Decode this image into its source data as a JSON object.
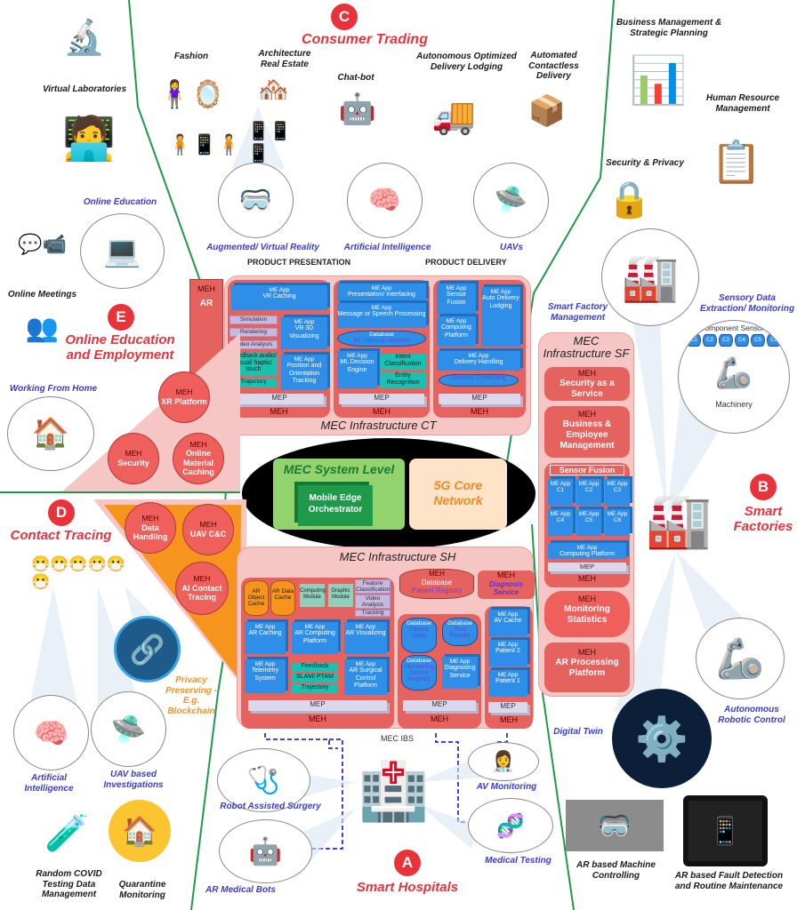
{
  "sections": {
    "A": {
      "badge": "A",
      "title": "Smart Hospitals"
    },
    "B": {
      "badge": "B",
      "title": "Smart Factories"
    },
    "C": {
      "badge": "C",
      "title": "Consumer Trading"
    },
    "D": {
      "badge": "D",
      "title": "Contact Tracing"
    },
    "E": {
      "badge": "E",
      "title": "Online Education and Employment"
    }
  },
  "consumer": {
    "labels": [
      "Fashion",
      "Architecture Real Estate",
      "Chat-bot",
      "Autonomous Optimized Delivery Lodging",
      "Automated Contactless Delivery"
    ],
    "tech": [
      "Augmented/ Virtual Reality",
      "Artificial Intelligence",
      "UAVs"
    ],
    "product_presentation": "PRODUCT PRESENTATION",
    "product_delivery": "PRODUCT DELIVERY"
  },
  "education": {
    "labels": {
      "virtual_labs": "Virtual Laboratories",
      "online_education": "Online Education",
      "online_meetings": "Online Meetings",
      "working_from_home": "Working From Home"
    },
    "meh_nodes": [
      {
        "meh": "MEH",
        "name": "XR Platform"
      },
      {
        "meh": "MEH",
        "name": "Security"
      },
      {
        "meh": "MEH",
        "name": "Online Material Caching"
      }
    ]
  },
  "contact": {
    "meh_nodes": [
      {
        "meh": "MEH",
        "name": "Data Handling"
      },
      {
        "meh": "MEH",
        "name": "UAV C&C"
      },
      {
        "meh": "MEH",
        "name": "AI Contact Tracing"
      }
    ],
    "privacy": "Privacy Preserving - E.g. Blockchain",
    "labels": {
      "ai": "Artificial Intelligence",
      "uav": "UAV based Investigations",
      "covid": "Random COVID Testing Data Management",
      "quarantine": "Quarantine Monitoring"
    }
  },
  "factories": {
    "labels": {
      "business": "Business Management & Strategic Planning",
      "hr": "Human Resource Management",
      "security": "Security & Privacy",
      "sfm": "Smart Factory Management",
      "sensory": "Sensory Data Extraction/ Monitoring",
      "component_sensors": "Component Sensors",
      "machinery": "Machinery",
      "robotic": "Autonomous Robotic Control",
      "digital_twin": "Digital Twin",
      "ar_machine": "AR based Machine Controlling",
      "ar_fault": "AR based Fault Detection and Routine Maintenance"
    },
    "sensor_ids": [
      "C1",
      "C2",
      "C3",
      "C4",
      "C5",
      "C6"
    ]
  },
  "hospitals": {
    "labels": {
      "mec_ibs": "MEC IBS",
      "robot_surgery": "Robot Assisted Surgery",
      "ar_bots": "AR Medical Bots",
      "av_monitoring": "AV Monitoring",
      "medical_testing": "Medical Testing"
    }
  },
  "mec_ct": {
    "title": "MEC Infrastructure CT",
    "ar_meh": {
      "meh": "MEH",
      "name": "AR"
    },
    "col1": {
      "vr_caching": {
        "tag": "ME App",
        "name": "VR Caching"
      },
      "tasks": [
        "Simulation",
        "Rendering",
        "Video Analysis"
      ],
      "feedback": "Feedback audio/ visual/ haptic/ touch",
      "trajectory": "Trajectory",
      "vr3d": {
        "tag": "ME App",
        "name": "VR 3D Visualizing"
      },
      "position": {
        "tag": "ME App",
        "name": "Position and Orientation Tracking"
      }
    },
    "col2": {
      "presentation": {
        "tag": "ME App",
        "name": "Presentation/ Interfacing"
      },
      "message": {
        "tag": "ME App",
        "name": "Message or Speech Processing"
      },
      "db": {
        "tag": "Database",
        "name": "ML Internal Libraries"
      },
      "ml": {
        "tag": "ME App",
        "name": "ML Decision Engine"
      },
      "intent": "Intent Classification",
      "entity": "Entity Recognition"
    },
    "col3": {
      "sensor": {
        "tag": "ME App",
        "name": "Sensor Fusion"
      },
      "computing": {
        "tag": "ME App",
        "name": "Computing Platform"
      },
      "auto": {
        "tag": "ME App",
        "name": "Auto Delivery Lodging"
      },
      "delivery": {
        "tag": "ME App",
        "name": "Delivery Handling"
      },
      "db": {
        "tag": "Database",
        "name": "Delivery Scheduling"
      }
    },
    "mep": "MEP",
    "meh": "MEH"
  },
  "core": {
    "system_level": "MEC System Level",
    "orchestrator": "Mobile Edge Orchestrator",
    "core_network": "5G Core Network"
  },
  "mec_sf": {
    "title": "MEC Infrastructure SF",
    "security": {
      "meh": "MEH",
      "name": "Security as a Service"
    },
    "business": {
      "meh": "MEH",
      "name": "Business & Employee Management"
    },
    "sensor_fusion": "Sensor Fusion",
    "apps": [
      {
        "tag": "ME App",
        "id": "C1"
      },
      {
        "tag": "ME App",
        "id": "C2"
      },
      {
        "tag": "ME App",
        "id": "C3"
      },
      {
        "tag": "ME App",
        "id": "C4"
      },
      {
        "tag": "ME App",
        "id": "C5"
      },
      {
        "tag": "ME App",
        "id": "C6"
      }
    ],
    "computing": {
      "tag": "ME App",
      "name": "Computing Platform"
    },
    "mep": "MEP",
    "meh": "MEH",
    "monitoring": {
      "meh": "MEH",
      "name": "Monitoring Statistics"
    },
    "ar_processing": {
      "meh": "MEH",
      "name": "AR Processing Platform"
    }
  },
  "mec_sh": {
    "title": "MEC Infrastructure SH",
    "registry": {
      "meh": "MEH",
      "tag": "Database",
      "name": "Patient Registry"
    },
    "diagnosis": {
      "meh": "MEH",
      "name": "Diagnosis Service"
    },
    "caches": [
      "AR Object Cache",
      "AR Data Cache"
    ],
    "modules": [
      "Computing Module",
      "Graphic Module"
    ],
    "tasks": [
      "Feature Classification",
      "Video Analysis",
      "Tracking"
    ],
    "ar_caching": {
      "tag": "ME App",
      "name": "AR Caching"
    },
    "ar_computing": {
      "tag": "ME App",
      "name": "AR Computing Platform"
    },
    "ar_visualizing": {
      "tag": "ME App",
      "name": "AR Visualizing"
    },
    "telemetry": {
      "tag": "ME App",
      "name": "Telemetry System"
    },
    "teal": [
      "Feedback",
      "SLAM/ PTAM",
      "Trajectory"
    ],
    "surgical": {
      "tag": "ME App",
      "name": "AR Surgical Control Platform"
    },
    "dbs": [
      {
        "tag": "Database",
        "name": "Patient Vitals"
      },
      {
        "tag": "Database",
        "name": "Test Results"
      },
      {
        "tag": "Database",
        "name": "Monitoring Device Registry"
      }
    ],
    "diagnosing": {
      "tag": "ME App",
      "name": "Diagnosing Service"
    },
    "right": [
      {
        "tag": "ME App",
        "name": "AV Cache"
      },
      {
        "tag": "ME App",
        "name": "Patient 2"
      },
      {
        "tag": "ME App",
        "name": "Patient 1"
      }
    ],
    "mep": "MEP",
    "meh": "MEH"
  }
}
